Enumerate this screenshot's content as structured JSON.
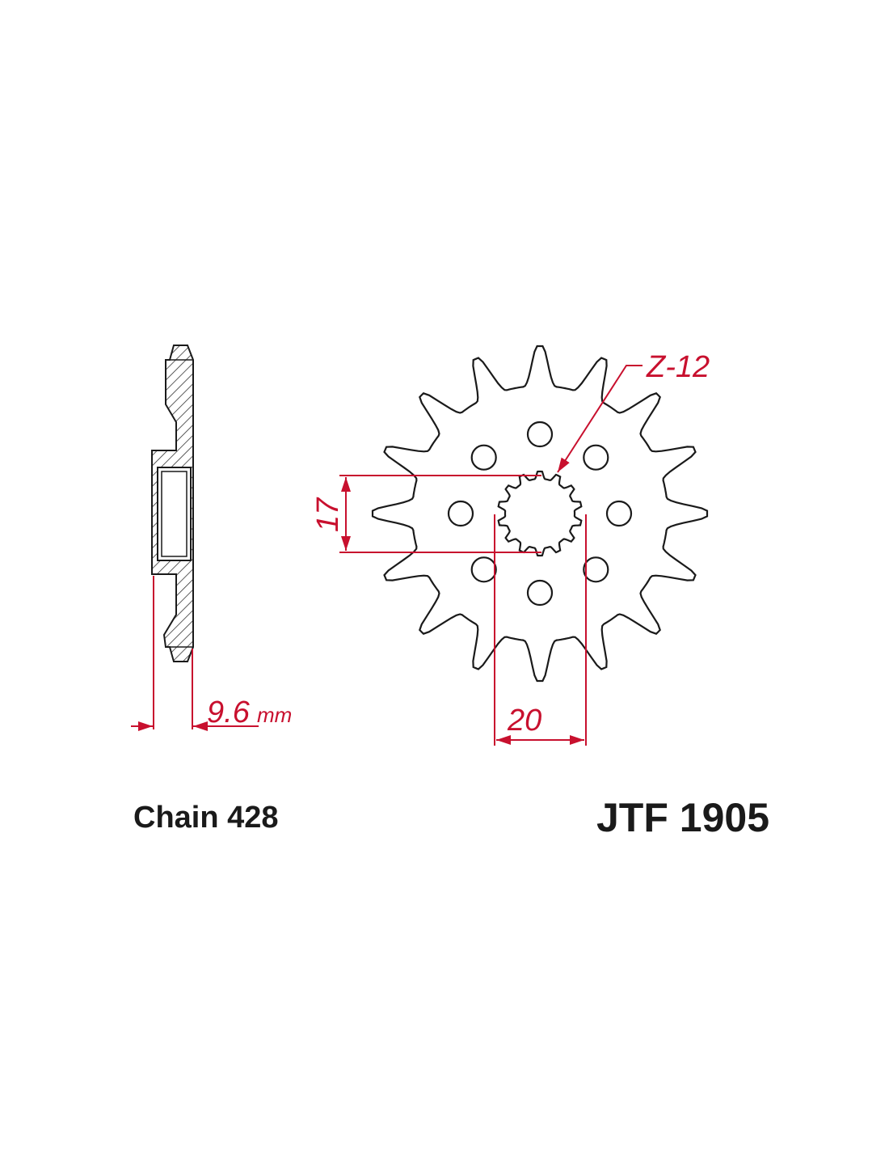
{
  "part_number": "JTF 1905",
  "chain_label": "Chain 428",
  "dimensions": {
    "thickness_value": "9.6",
    "thickness_unit": "mm",
    "spline_inner": "17",
    "spline_outer": "20",
    "spline_teeth": "Z-12"
  },
  "sprocket": {
    "teeth": 16,
    "bolt_holes": 8,
    "spline_teeth": 14
  },
  "colors": {
    "outline": "#1a1a1a",
    "dimension": "#c8102e"
  }
}
